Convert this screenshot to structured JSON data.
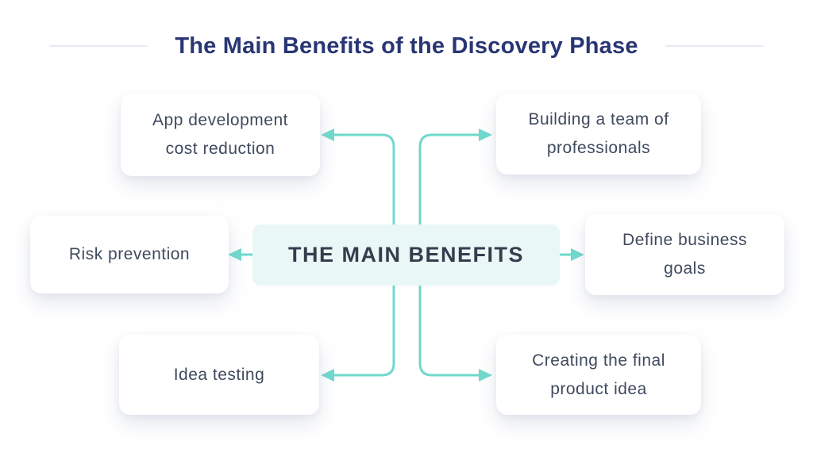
{
  "title": "The Main Benefits of the Discovery Phase",
  "center": {
    "label": "THE MAIN BENEFITS"
  },
  "benefits": [
    {
      "id": "app-development-cost-reduction",
      "label": "App development cost reduction",
      "position": "top-left"
    },
    {
      "id": "building-a-team-of-professionals",
      "label": "Building a team of professionals",
      "position": "top-right"
    },
    {
      "id": "risk-prevention",
      "label": "Risk prevention",
      "position": "mid-left"
    },
    {
      "id": "define-business-goals",
      "label": "Define business goals",
      "position": "mid-right"
    },
    {
      "id": "idea-testing",
      "label": "Idea testing",
      "position": "bottom-left"
    },
    {
      "id": "creating-the-final-product-idea",
      "label": "Creating the final product idea",
      "position": "bottom-right"
    }
  ],
  "colors": {
    "accent_teal": "#6fd9cc",
    "title_navy": "#293674",
    "node_text": "#3f4a5e",
    "center_bg": "#eaf7f7",
    "center_text": "#353d4d",
    "divider": "#e7eaf1"
  }
}
